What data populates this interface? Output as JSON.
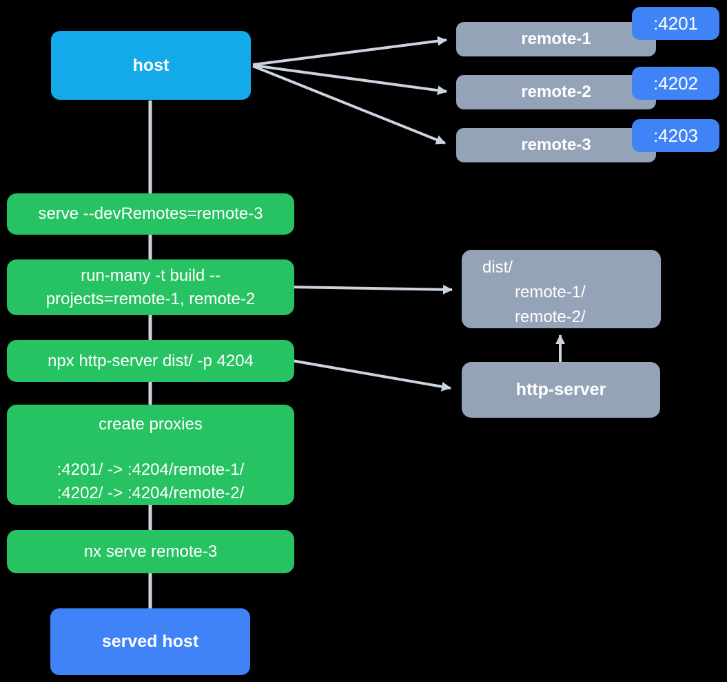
{
  "colors": {
    "background": "#000000",
    "host_fill": "#14a9e9",
    "command_fill": "#27c262",
    "remote_fill": "#94a3b8",
    "port_fill": "#3f83f6",
    "served_host_fill": "#3f83f6",
    "connector": "#ccd4e0",
    "text": "#ffffff"
  },
  "nodes": {
    "host": {
      "label": "host"
    },
    "remotes": [
      {
        "label": "remote-1",
        "port": ":4201"
      },
      {
        "label": "remote-2",
        "port": ":4202"
      },
      {
        "label": "remote-3",
        "port": ":4203"
      }
    ],
    "commands": [
      {
        "lines": [
          "serve --devRemotes=remote-3"
        ]
      },
      {
        "lines": [
          "run-many -t build --",
          "projects=remote-1, remote-2"
        ]
      },
      {
        "lines": [
          "npx http-server dist/ -p 4204"
        ]
      },
      {
        "title": "create proxies",
        "mappings": [
          ":4201/ -> :4204/remote-1/",
          ":4202/ -> :4204/remote-2/"
        ]
      },
      {
        "lines": [
          "nx serve remote-3"
        ]
      }
    ],
    "dist": {
      "title": "dist/",
      "entries": [
        "remote-1/",
        "remote-2/"
      ]
    },
    "http_server": {
      "label": "http-server"
    },
    "served_host": {
      "label": "served host"
    }
  }
}
